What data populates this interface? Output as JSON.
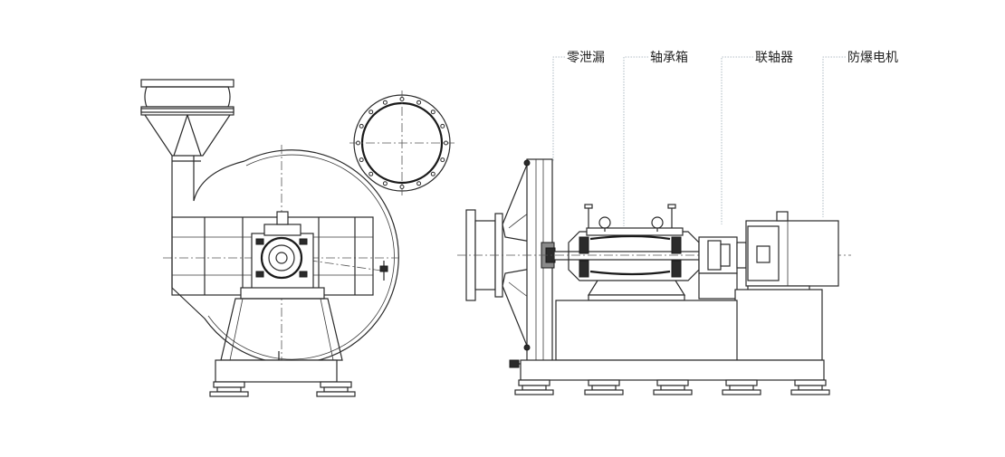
{
  "labels": [
    {
      "id": "zero-leak",
      "text": "零泄漏"
    },
    {
      "id": "bearing-box",
      "text": "轴承箱"
    },
    {
      "id": "coupling",
      "text": "联轴器"
    },
    {
      "id": "motor",
      "text": "防爆电机"
    }
  ],
  "colors": {
    "line": "#2a2a2a",
    "leader": "#9aa8b4",
    "label": "#222222"
  }
}
